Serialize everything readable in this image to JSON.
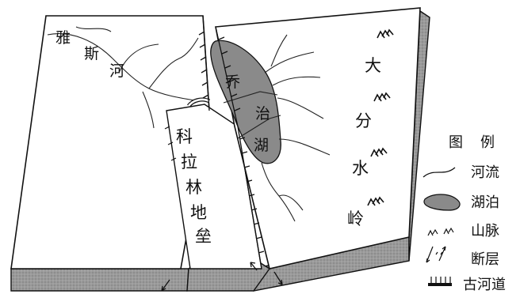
{
  "labels": {
    "yasi_river": [
      "雅",
      "斯",
      "河"
    ],
    "kolla_horst": [
      "科",
      "拉",
      "林",
      "地",
      "垒"
    ],
    "qiaozhi_lake": [
      "乔",
      "治",
      "湖"
    ],
    "great_divide": [
      "大",
      "分",
      "水",
      "岭"
    ]
  },
  "legend": {
    "title": [
      "图",
      "例"
    ],
    "items": [
      {
        "key": "river",
        "icon": "river-line-icon",
        "label": "河流"
      },
      {
        "key": "lake",
        "icon": "lake-blob-icon",
        "label": "湖泊"
      },
      {
        "key": "mountain",
        "icon": "mountain-symbol-icon",
        "label": "山脉"
      },
      {
        "key": "fault",
        "icon": "fault-arrows-icon",
        "label": "断层"
      },
      {
        "key": "ancient_channel",
        "icon": "ancient-channel-icon",
        "label": "古河道"
      }
    ]
  },
  "colors": {
    "lake": "#8a8a8a",
    "side_face": "#9a9a9a",
    "ink": "#111111"
  }
}
